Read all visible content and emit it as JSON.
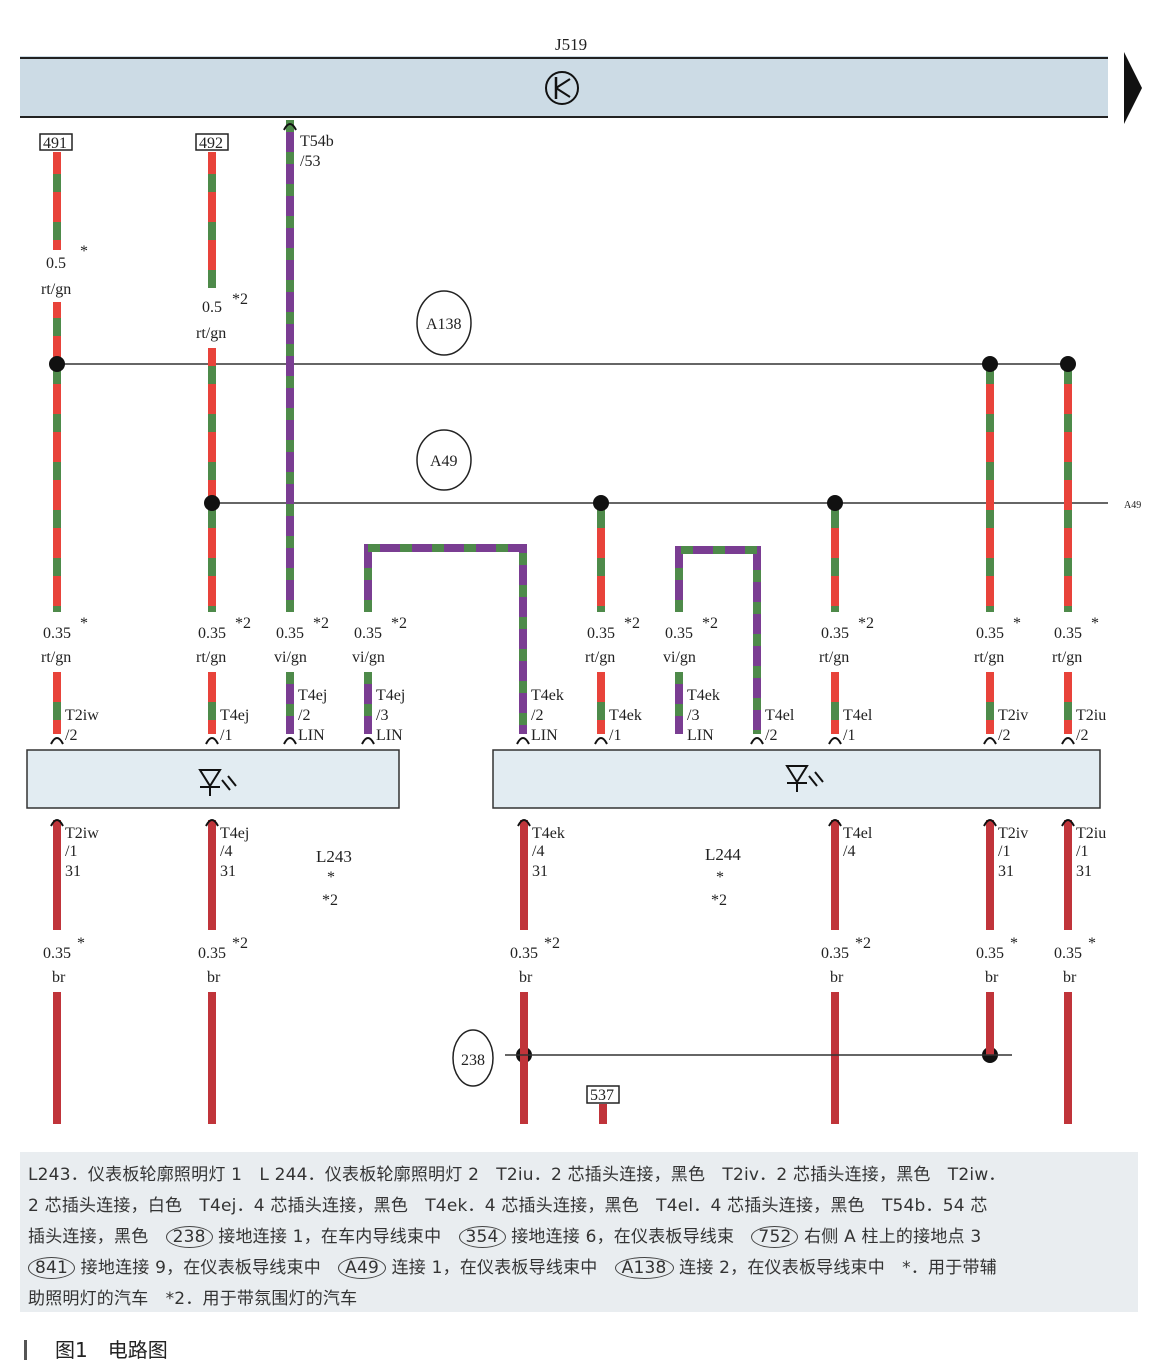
{
  "top_bus": {
    "label": "J519"
  },
  "blocks": [
    {
      "id": "L243",
      "label": "L243",
      "notes": [
        "*",
        "*2"
      ]
    },
    {
      "id": "L244",
      "label": "L244",
      "notes": [
        "*",
        "*2"
      ]
    }
  ],
  "bus_labels": {
    "a138": "A138",
    "a49": "A49",
    "a49_right": "A49",
    "g238": "238"
  },
  "boxes": {
    "b491": "491",
    "b492": "492",
    "b537": "537"
  },
  "top_wires": {
    "w1": {
      "size": "0.5",
      "note": "*",
      "color": "rt/gn"
    },
    "w2": {
      "size": "0.5",
      "note": "*2",
      "color": "rt/gn"
    },
    "w3": {
      "pin": "T54b",
      "pin2": "/53"
    }
  },
  "upper_wires": [
    {
      "size": "0.35",
      "note": "*",
      "color": "rt/gn",
      "pin": "T2iw",
      "pin2": "/2",
      "extra": ""
    },
    {
      "size": "0.35",
      "note": "*2",
      "color": "rt/gn",
      "pin": "T4ej",
      "pin2": "/1",
      "extra": ""
    },
    {
      "size": "0.35",
      "note": "*2",
      "color": "vi/gn",
      "pin": "T4ej",
      "pin2": "/2",
      "extra": "LIN"
    },
    {
      "size": "0.35",
      "note": "*2",
      "color": "vi/gn",
      "pin": "T4ej",
      "pin2": "/3",
      "extra": "LIN"
    },
    {
      "size": "",
      "note": "",
      "color": "",
      "pin": "T4ek",
      "pin2": "/2",
      "extra": "LIN"
    },
    {
      "size": "0.35",
      "note": "*2",
      "color": "rt/gn",
      "pin": "T4ek",
      "pin2": "/1",
      "extra": ""
    },
    {
      "size": "0.35",
      "note": "*2",
      "color": "vi/gn",
      "pin": "T4ek",
      "pin2": "/3",
      "extra": "LIN"
    },
    {
      "size": "",
      "note": "",
      "color": "",
      "pin": "T4el",
      "pin2": "/2",
      "extra": ""
    },
    {
      "size": "0.35",
      "note": "*2",
      "color": "rt/gn",
      "pin": "T4el",
      "pin2": "/1",
      "extra": ""
    },
    {
      "size": "0.35",
      "note": "*",
      "color": "rt/gn",
      "pin": "T2iv",
      "pin2": "/2",
      "extra": ""
    },
    {
      "size": "0.35",
      "note": "*",
      "color": "rt/gn",
      "pin": "T2iu",
      "pin2": "/2",
      "extra": ""
    }
  ],
  "lower_wires": [
    {
      "pin": "T2iw",
      "pin2": "/1",
      "num": "31",
      "size": "0.35",
      "note": "*",
      "color": "br"
    },
    {
      "pin": "T4ej",
      "pin2": "/4",
      "num": "31",
      "size": "0.35",
      "note": "*2",
      "color": "br"
    },
    {
      "pin": "T4ek",
      "pin2": "/4",
      "num": "31",
      "size": "0.35",
      "note": "*2",
      "color": "br"
    },
    {
      "pin": "T4el",
      "pin2": "/4",
      "num": "",
      "size": "0.35",
      "note": "*2",
      "color": "br"
    },
    {
      "pin": "T2iv",
      "pin2": "/1",
      "num": "31",
      "size": "0.35",
      "note": "*",
      "color": "br"
    },
    {
      "pin": "T2iu",
      "pin2": "/1",
      "num": "31",
      "size": "0.35",
      "note": "*",
      "color": "br"
    }
  ],
  "legend": {
    "l1": "L243．仪表板轮廓照明灯 1　L 244．仪表板轮廓照明灯 2　T2iu．2 芯插头连接，黑色　T2iv．2 芯插头连接，黑色　T2iw．",
    "l2": "2 芯插头连接，白色　T4ej．4 芯插头连接，黑色　T4ek．4 芯插头连接，黑色　T4el．4 芯插头连接，黑色　T54b．54 芯",
    "l3a": "插头连接，黑色",
    "c238": "238",
    "l3b": "接地连接 1，在车内导线束中",
    "c354": "354",
    "l3c": "接地连接 6，在仪表板导线束",
    "c752": "752",
    "l3d": "右侧 A 柱上的接地点 3",
    "c841": "841",
    "l4a": "接地连接 9，在仪表板导线束中",
    "cA49": "A49",
    "l4b": "连接 1，在仪表板导线束中",
    "cA138": "A138",
    "l4c": "连接 2，在仪表板导线束中　*．用于带辅",
    "l5": "助照明灯的汽车　*2．用于带氛围灯的汽车"
  },
  "figure_caption": "图1　电路图",
  "colors": {
    "red": "#e8433a",
    "green": "#4e8a4a",
    "violet": "#7a3d92",
    "brown": "#c0343a",
    "bus": "#ccdbe5"
  }
}
